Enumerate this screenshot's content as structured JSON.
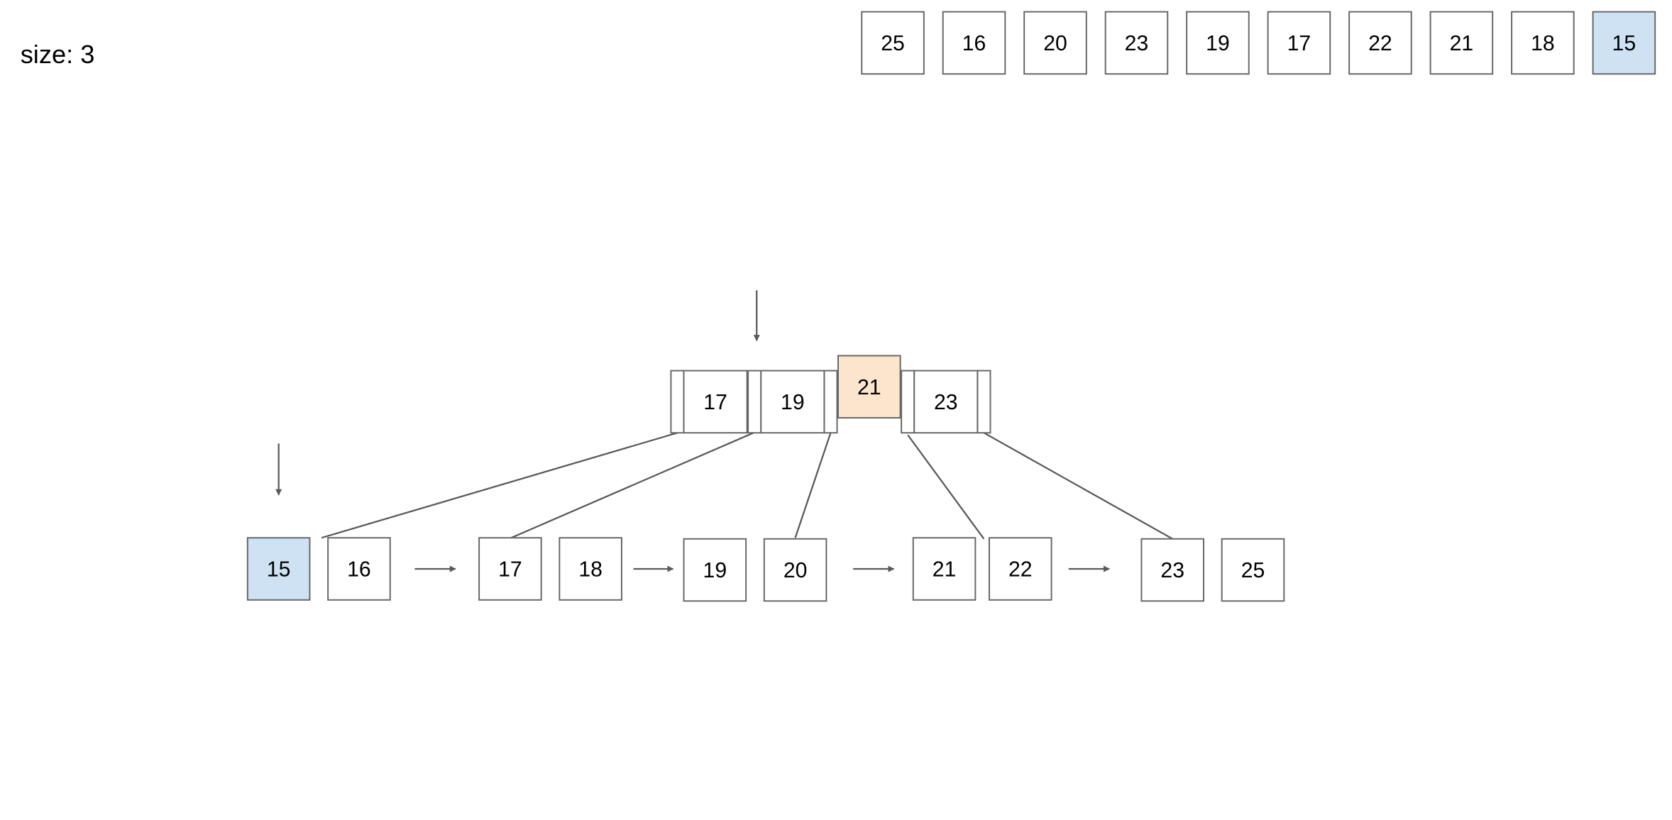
{
  "size_label": "size: 3",
  "colors": {
    "highlight_blue": "#cfe2f3",
    "highlight_orange": "#fce5cd",
    "stroke": "#666666",
    "line": "#595959"
  },
  "input_array": [
    {
      "value": "25"
    },
    {
      "value": "16"
    },
    {
      "value": "20"
    },
    {
      "value": "23"
    },
    {
      "value": "19"
    },
    {
      "value": "17"
    },
    {
      "value": "22"
    },
    {
      "value": "21"
    },
    {
      "value": "18"
    },
    {
      "value": "15",
      "highlighted": true
    }
  ],
  "root_node": {
    "keys": [
      {
        "value": "17"
      },
      {
        "value": "19"
      },
      {
        "value": "21",
        "highlighted": true
      },
      {
        "value": "23"
      }
    ]
  },
  "leaves": [
    [
      {
        "value": "15",
        "highlighted": true
      },
      {
        "value": "16"
      }
    ],
    [
      {
        "value": "17"
      },
      {
        "value": "18"
      }
    ],
    [
      {
        "value": "19"
      },
      {
        "value": "20"
      }
    ],
    [
      {
        "value": "21"
      },
      {
        "value": "22"
      }
    ],
    [
      {
        "value": "23"
      },
      {
        "value": "25"
      }
    ]
  ]
}
